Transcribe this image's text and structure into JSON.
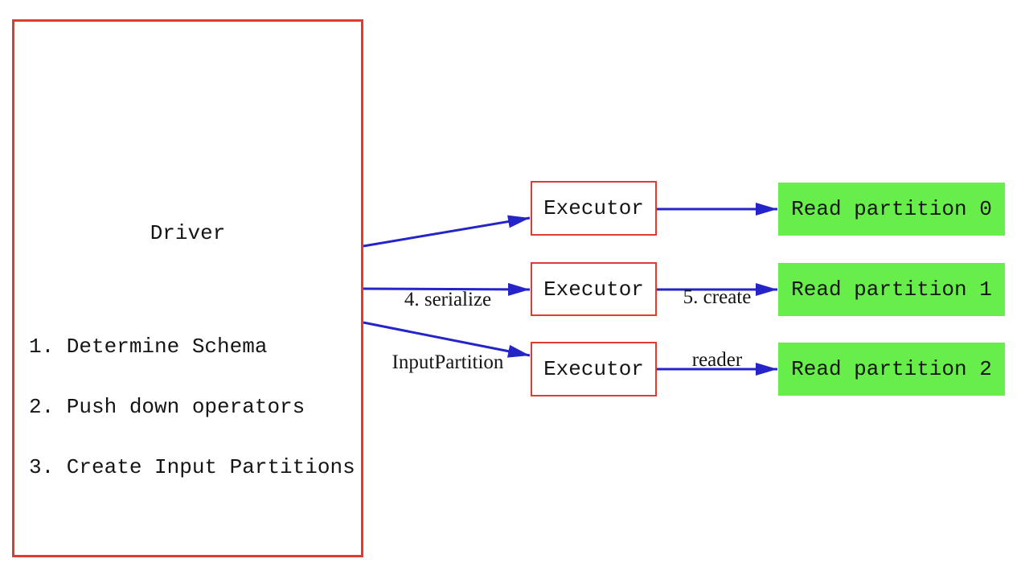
{
  "colors": {
    "red": "#dd3c32",
    "blue": "#2424c8",
    "green": "#68ee4b",
    "ink": "#151515",
    "bg": "#ffffff"
  },
  "driver": {
    "title": "Driver",
    "steps": [
      "1. Determine Schema",
      "2. Push down operators",
      "3. Create Input Partitions"
    ]
  },
  "executors": [
    {
      "label": "Executor"
    },
    {
      "label": "Executor"
    },
    {
      "label": "Executor"
    }
  ],
  "partitions": [
    {
      "label": "Read partition 0"
    },
    {
      "label": "Read partition 1"
    },
    {
      "label": "Read partition 2"
    }
  ],
  "arrow_labels": {
    "serialize": {
      "line1": "4. serialize",
      "line2": "InputPartition"
    },
    "reader": {
      "line1": "5. create",
      "line2": "reader"
    }
  }
}
